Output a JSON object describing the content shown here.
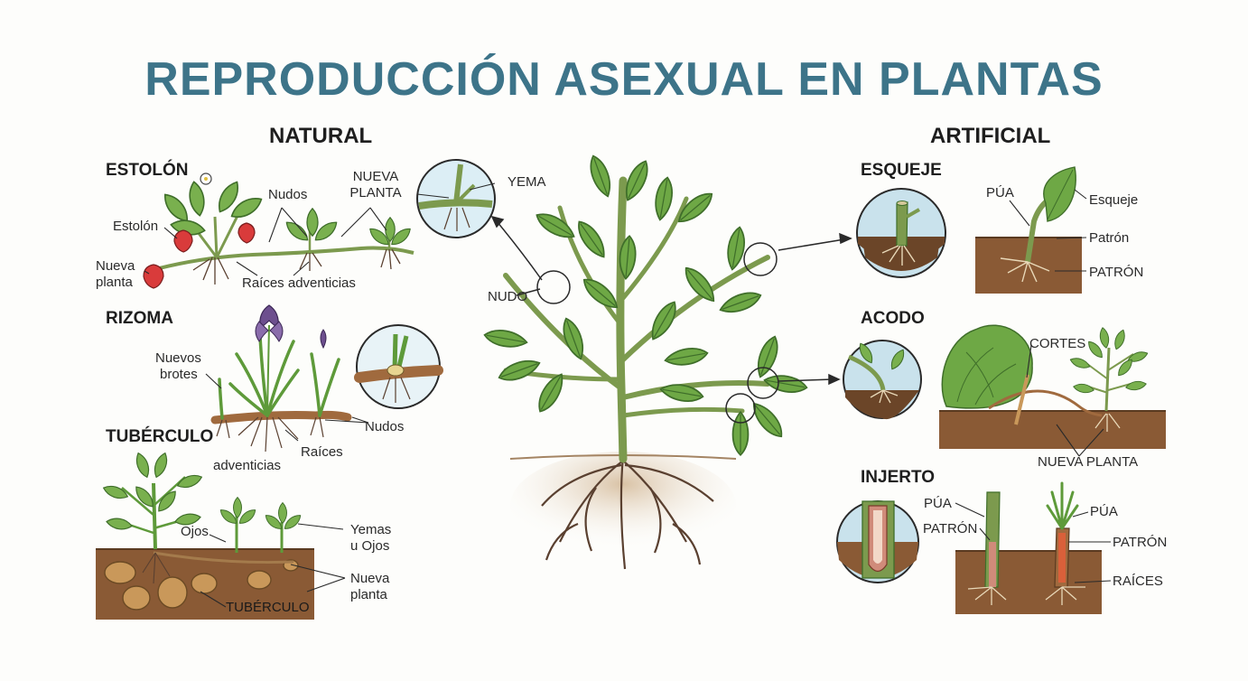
{
  "title": "REPRODUCCIÓN ASEXUAL EN PLANTAS",
  "natural": {
    "heading": "NATURAL",
    "estolon": {
      "heading": "ESTOLÓN",
      "labels": {
        "estolon": "Estolón",
        "nodos": "Nudos",
        "nueva_planta_1": "NUEVA",
        "nueva_planta_2": "PLANTA",
        "nueva_planta_small_1": "Nueva",
        "nueva_planta_small_2": "planta",
        "raices": "Raíces adventicias",
        "yema": "YEMA"
      }
    },
    "rizoma": {
      "heading": "RIZOMA",
      "labels": {
        "nuevos_1": "Nuevos",
        "nuevos_2": "brotes",
        "nudos": "Nudos",
        "raices": "Raíces",
        "adventicias": "adventicias"
      }
    },
    "tuberculo": {
      "heading": "TUBÉRCULO",
      "labels": {
        "ojos": "Ojos",
        "yemas_1": "Yemas",
        "yemas_2": "u Ojos",
        "nueva_1": "Nueva",
        "nueva_2": "planta",
        "tuberculo": "TUBÉRCULO"
      }
    }
  },
  "center": {
    "nudo": "NUDO"
  },
  "artificial": {
    "heading": "ARTIFICIAL",
    "esqueje": {
      "heading": "ESQUEJE",
      "labels": {
        "pua": "PÚA",
        "esqueje": "Esqueje",
        "patron": "Patrón",
        "patron_caps": "PATRÓN"
      }
    },
    "acodo": {
      "heading": "ACODO",
      "labels": {
        "cortes": "CORTES",
        "nueva_planta": "NUEVA PLANTA"
      }
    },
    "injerto": {
      "heading": "INJERTO",
      "labels": {
        "pua_l": "PÚA",
        "patron_l": "PATRÓN",
        "pua_r": "PÚA",
        "patron_r": "PATRÓN",
        "raices": "RAÍCES"
      }
    }
  },
  "colors": {
    "title": "#3d7489",
    "leaf": "#6ea845",
    "leaf_dark": "#3f6e2a",
    "stem": "#7c9a4e",
    "soil": "#8a5a35",
    "sky": "#c9e2ec",
    "root": "#5a4030",
    "strawberry": "#d93b3b",
    "iris": "#6d4f8e",
    "potato": "#c9985a"
  }
}
